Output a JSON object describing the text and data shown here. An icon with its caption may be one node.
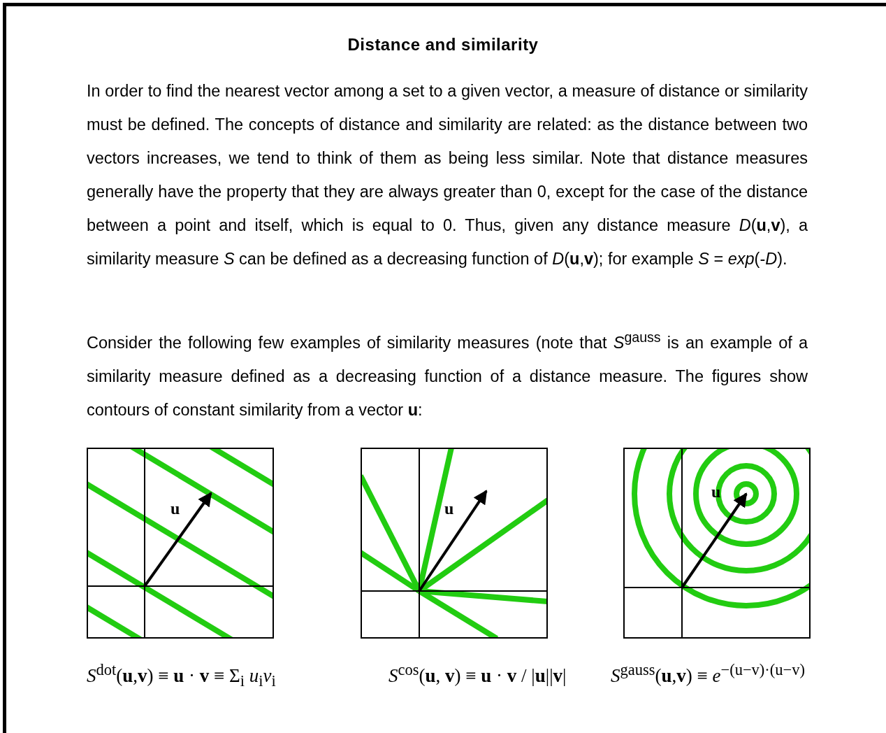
{
  "diagram": {
    "title": "Distance and similarity",
    "labels": [
      "In order to find the nearest vector among a set to a given vector, a measure of distance or similarity must be defined. The concepts of distance and similarity are related: as the distance between two vectors increases, we tend to think of them as being less similar. Note that distance measures generally have the property that they are always greater than 0, except for the case of the distance between a point and itself, which is equal to 0. Thus, given any distance measure *D*(**u**,**v**), a similarity measure *S* can be defined as a decreasing function of *D*(**u**,**v**); for example *S* = *exp*(-*D*).",
      "Consider the following few examples of similarity measures (note that *S*$^{gauss}$ is an example of a similarity measure defined as a decreasing function of a distance measure. The figures show contours of constant similarity from a vector **u**:",
      "u",
      "u",
      "u",
      "*S*$^{dot}$(**u**,**v**) ≡ **u** · **v** ≡ Σ$_{i}$ *u*$_{i}$*v*$_{i}$",
      "*S*$^{cos}$(**u**, **v**) ≡ **u** · **v** / |**u**||**v**|",
      "*S*$^{gauss}$(**u**,**v**) ≡ *e*$^{−(u−v)·(u−v)}$"
    ]
  }
}
